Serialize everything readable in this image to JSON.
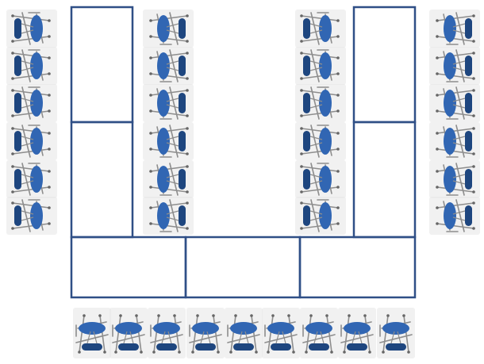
{
  "diagram": {
    "kind": "room-setup",
    "arrangement": "u-shape",
    "colors": {
      "background": "#ffffff",
      "table_outline": "#2f4f86",
      "chair_seat": "#3166b3",
      "chair_seat_dark": "#1e467f",
      "chair_frame": "#8d8d8d",
      "chair_shadow": "#e6e6e6"
    },
    "tables": {
      "left_leg": 2,
      "right_leg": 2,
      "bottom_bar": 3
    },
    "chairs": {
      "far_left_column": 6,
      "inner_left_column": 6,
      "inner_right_column": 6,
      "far_right_column": 6,
      "bottom_row": 9
    },
    "chair_icon": "folding-chair-icon"
  }
}
